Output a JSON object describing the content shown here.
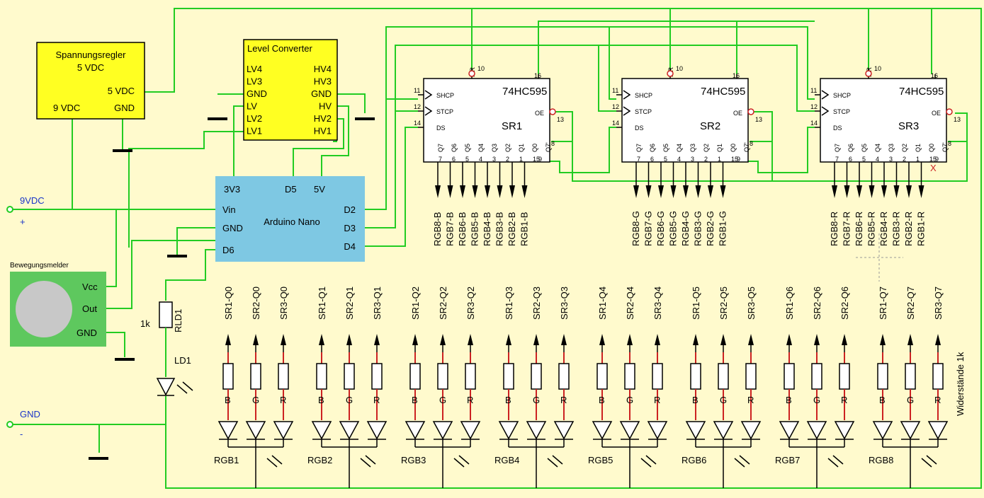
{
  "regulator": {
    "title": "Spannungsregler",
    "subtitle": "5 VDC",
    "pin_out": "5 VDC",
    "pin_in": "9 VDC",
    "pin_gnd": "GND"
  },
  "level_converter": {
    "title": "Level Converter",
    "left_pins": [
      "LV4",
      "LV3",
      "GND",
      "LV",
      "LV2",
      "LV1"
    ],
    "right_pins": [
      "HV4",
      "HV3",
      "GND",
      "HV",
      "HV2",
      "HV1"
    ]
  },
  "arduino": {
    "title": "Arduino Nano",
    "top_pins": [
      "3V3",
      "D5",
      "5V"
    ],
    "left_pins": [
      "Vin",
      "GND",
      "D6"
    ],
    "right_pins": [
      "D2",
      "D3",
      "D4"
    ]
  },
  "sensor": {
    "title": "Bewegungsmelder",
    "pins": [
      "Vcc",
      "Out",
      "GND"
    ]
  },
  "supply": {
    "v9_label": "9VDC",
    "plus": "+",
    "gnd_label": "GND",
    "minus": "-"
  },
  "status_led": {
    "resistor_name": "RLD1",
    "resistor_value": "1k",
    "led_name": "LD1"
  },
  "shift_registers": [
    {
      "part": "74HC595",
      "name": "SR1",
      "outputs": [
        "RGB8-B",
        "RGB7-B",
        "RGB6-B",
        "RGB5-B",
        "RGB4-B",
        "RGB3-B",
        "RGB2-B",
        "RGB1-B"
      ]
    },
    {
      "part": "74HC595",
      "name": "SR2",
      "outputs": [
        "RGB8-G",
        "RGB7-G",
        "RGB6-G",
        "RGB5-G",
        "RGB4-G",
        "RGB3-G",
        "RGB2-G",
        "RGB1-G"
      ]
    },
    {
      "part": "74HC595",
      "name": "SR3",
      "outputs": [
        "RGB8-R",
        "RGB7-R",
        "RGB6-R",
        "RGB5-R",
        "RGB4-R",
        "RGB3-R",
        "RGB2-R",
        "RGB1-R"
      ]
    }
  ],
  "sr_pins": {
    "left": [
      "SHCP",
      "STCP",
      "DS"
    ],
    "left_nums": [
      "11",
      "12",
      "14"
    ],
    "top": [
      "MR",
      "10",
      "16"
    ],
    "oe": "OE",
    "oe_num": "13",
    "q7s_num": "9",
    "q7p_num": "8",
    "q_labels": [
      "Q7",
      "Q6",
      "Q5",
      "Q4",
      "Q3",
      "Q2",
      "Q1",
      "Q0",
      "Q7'"
    ],
    "q_nums": [
      "7",
      "6",
      "5",
      "4",
      "3",
      "2",
      "1",
      "15"
    ]
  },
  "rgb_leds": [
    {
      "name": "RGB1",
      "inputs": [
        "SR1-Q0",
        "SR2-Q0",
        "SR3-Q0"
      ]
    },
    {
      "name": "RGB2",
      "inputs": [
        "SR1-Q1",
        "SR2-Q1",
        "SR3-Q1"
      ]
    },
    {
      "name": "RGB3",
      "inputs": [
        "SR1-Q2",
        "SR2-Q2",
        "SR3-Q2"
      ]
    },
    {
      "name": "RGB4",
      "inputs": [
        "SR1-Q3",
        "SR2-Q3",
        "SR3-Q3"
      ]
    },
    {
      "name": "RGB5",
      "inputs": [
        "SR1-Q4",
        "SR2-Q4",
        "SR3-Q4"
      ]
    },
    {
      "name": "RGB6",
      "inputs": [
        "SR1-Q5",
        "SR2-Q5",
        "SR3-Q5"
      ]
    },
    {
      "name": "RGB7",
      "inputs": [
        "SR1-Q6",
        "SR2-Q6",
        "SR2-Q6"
      ]
    },
    {
      "name": "RGB8",
      "inputs": [
        "SR1-Q7",
        "SR2-Q7",
        "SR3-Q7"
      ]
    }
  ],
  "channel_letters": [
    "B",
    "G",
    "R"
  ],
  "resistor_note": "Widerstände 1k",
  "nc_mark": "X",
  "colors": {
    "background": "#fffacd",
    "wire": "#22cc22",
    "module": "#ffff22",
    "arduino": "#7ec8e3",
    "sensor": "#5ec85e",
    "supply_text": "#1a35c8"
  }
}
